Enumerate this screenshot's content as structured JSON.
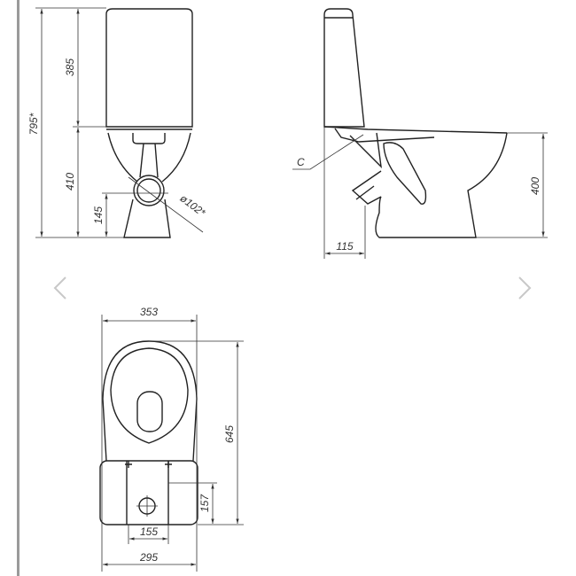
{
  "viewer": {
    "prev_icon": "chevron-left-icon",
    "next_icon": "chevron-right-icon",
    "arrow_color": "#c8c8c8"
  },
  "drawing": {
    "front_view": {
      "total_height": "795*",
      "tank_height": "385",
      "bowl_height": "410",
      "outlet_height": "145",
      "outlet_diameter": "ø102*"
    },
    "side_view": {
      "label_c": "C",
      "seat_height": "400",
      "outlet_offset": "115"
    },
    "top_view": {
      "width": "353",
      "length": "645",
      "tank_depth": "157",
      "bolt_spacing": "155",
      "base_width": "295"
    }
  }
}
